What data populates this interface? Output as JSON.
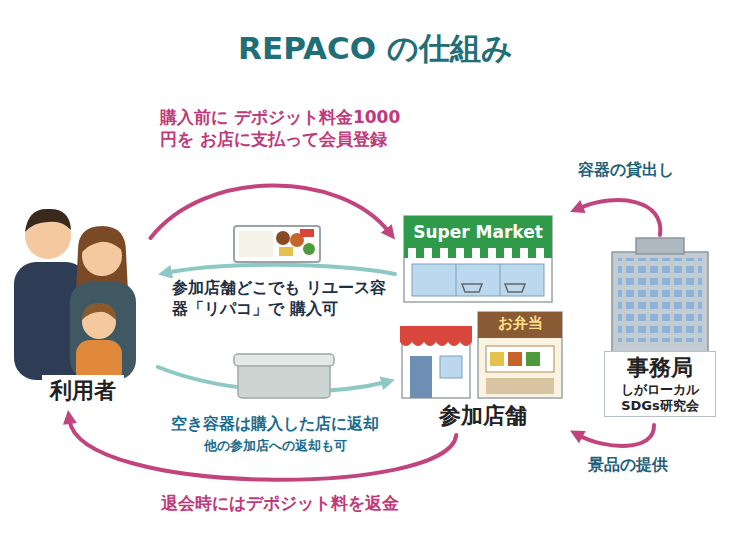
{
  "diagram": {
    "title": "REPACO の仕組み",
    "nodes": [
      {
        "text": [
          "利用者"
        ]
      },
      {
        "text": [
          "参加店舗"
        ]
      },
      {
        "text": [
          "事務局",
          "しがローカル SDGs研究会"
        ]
      }
    ],
    "edges": [
      {
        "from": 0,
        "to": 1,
        "arrow": "to",
        "label": "購入前に デポジット料金1000円を お店に支払って会員登録"
      },
      {
        "from": 1,
        "to": 0,
        "arrow": "to",
        "label": "参加店舗どこでも リユース容器「リパコ」で 購入可"
      },
      {
        "from": 0,
        "to": 1,
        "arrow": "to",
        "label": "空き容器は購入した店に返却"
      },
      {
        "from": 1,
        "to": 0,
        "arrow": "to",
        "label": "退会時にはデポジット料を返金"
      },
      {
        "from": 2,
        "to": 1,
        "arrow": "to",
        "label": "容器の貸出し"
      },
      {
        "from": 2,
        "to": 1,
        "arrow": "to",
        "label": "景品の提供"
      }
    ],
    "labels": [
      "Super Market",
      "お弁当",
      "他の参加店への返却も可"
    ]
  }
}
